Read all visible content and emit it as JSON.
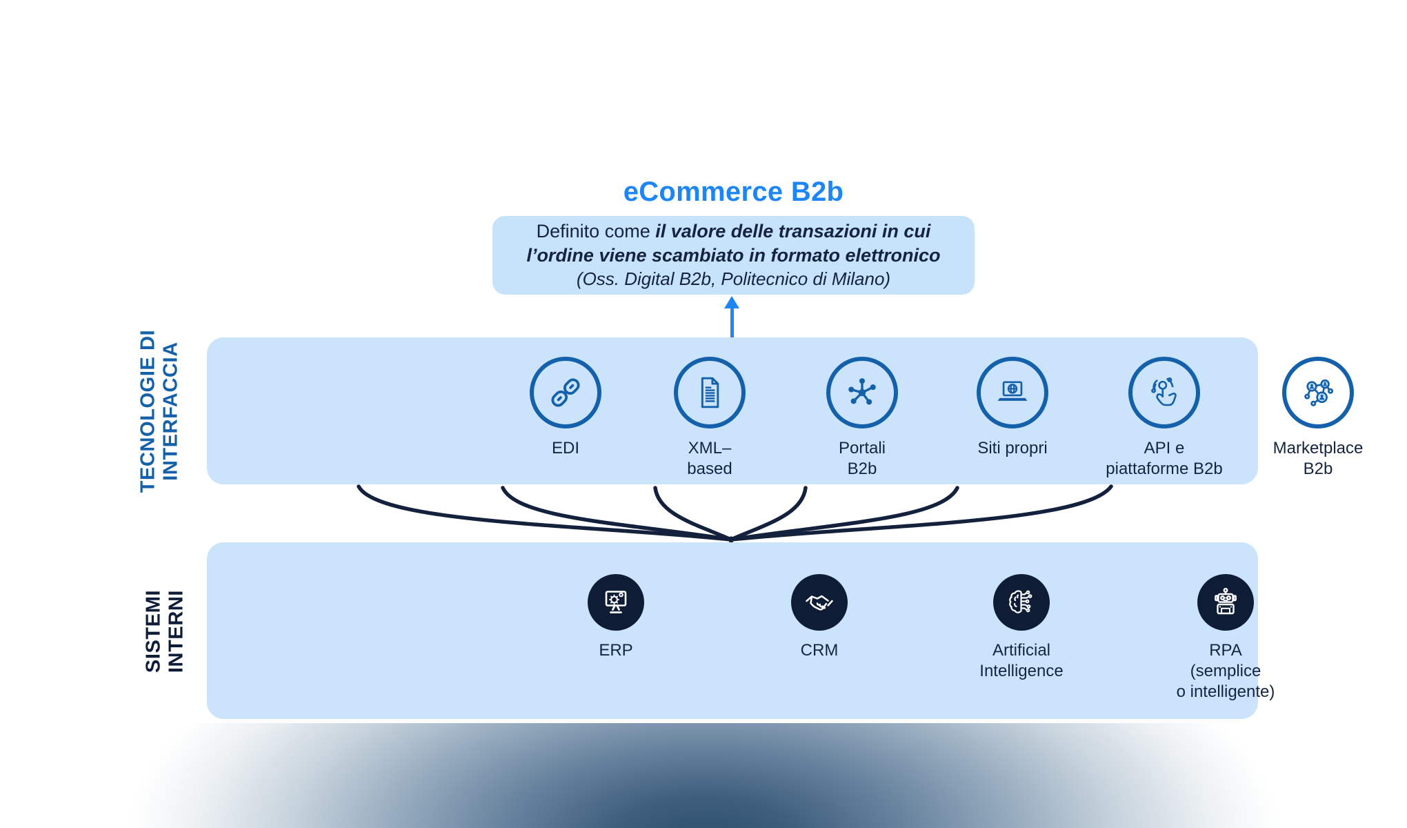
{
  "title": "eCommerce B2b",
  "definition": {
    "prefix": "Definito come ",
    "emphasis": "il valore delle transazioni in cui l’ordine viene scambiato in formato elettronico",
    "source": "(Oss. Digital B2b, Politecnico di Milano)"
  },
  "interface_band": {
    "label": "TECNOLOGIE DI\nINTERFACCIA",
    "items": [
      {
        "label": "EDI",
        "icon": "chain-link-icon"
      },
      {
        "label": "XML–\nbased",
        "icon": "xml-document-icon"
      },
      {
        "label": "Portali\nB2b",
        "icon": "hub-network-icon"
      },
      {
        "label": "Siti propri",
        "icon": "laptop-globe-icon"
      },
      {
        "label": "API e\npiattaforme B2b",
        "icon": "touch-api-icon"
      },
      {
        "label": "Marketplace\nB2b",
        "icon": "people-network-icon"
      }
    ]
  },
  "systems_band": {
    "label": "SISTEMI\nINTERNI",
    "items": [
      {
        "label": "ERP",
        "icon": "erp-monitor-gear-icon"
      },
      {
        "label": "CRM",
        "icon": "crm-handshake-icon"
      },
      {
        "label": "Artificial\nIntelligence",
        "icon": "ai-brain-circuit-icon"
      },
      {
        "label": "RPA\n(semplice\no intelligente)",
        "icon": "rpa-robot-icon"
      }
    ]
  },
  "colors": {
    "accent_blue": "#1c86f8",
    "band_background": "#cbe4fc",
    "definition_box_background": "#c7e3fb",
    "outline_icon_blue": "#1460ab",
    "dark_navy": "#0e1c36",
    "text_navy": "#15233f",
    "interface_label_blue": "#1460a9",
    "connector_navy": "#14213c"
  }
}
